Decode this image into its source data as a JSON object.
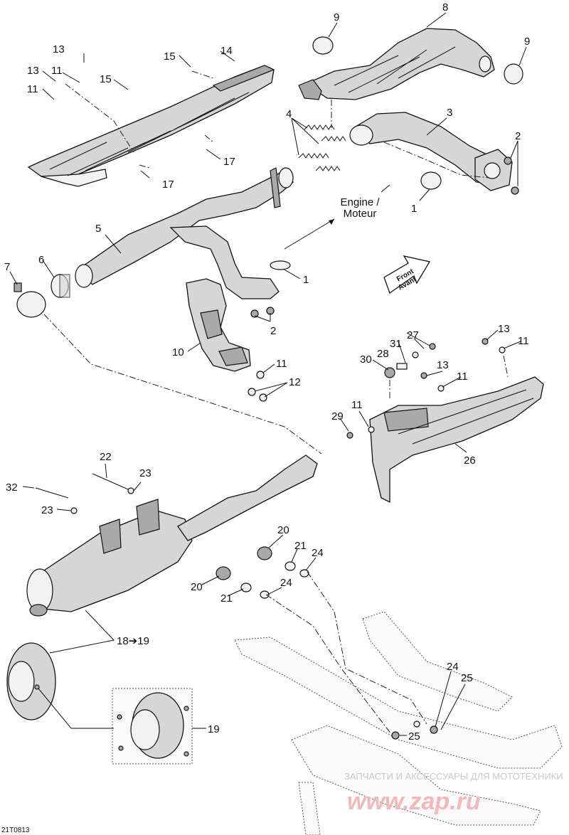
{
  "figure_code": "21T0813",
  "engine_label": [
    "Engine /",
    "Moteur"
  ],
  "front_label": [
    "Front",
    "Avant"
  ],
  "callouts": {
    "c1": "1",
    "c2": "2",
    "c3": "3",
    "c4": "4",
    "c5": "5",
    "c6": "6",
    "c7": "7",
    "c8": "8",
    "c9": "9",
    "c10": "10",
    "c11": "11",
    "c12": "12",
    "c13": "13",
    "c14": "14",
    "c15": "15",
    "c17": "17",
    "c18_19": "18➔19",
    "c19": "19",
    "c20": "20",
    "c21": "21",
    "c22": "22",
    "c23": "23",
    "c24": "24",
    "c25": "25",
    "c26": "26",
    "c27": "27",
    "c28": "28",
    "c29": "29",
    "c30": "30",
    "c31": "31",
    "c32": "32"
  },
  "watermark": {
    "line1": "ЗАПЧАСТИ И АКСЕССУАРЫ ДЛЯ МОТОТЕХНИКИ",
    "line2": "www.zap.ru"
  }
}
